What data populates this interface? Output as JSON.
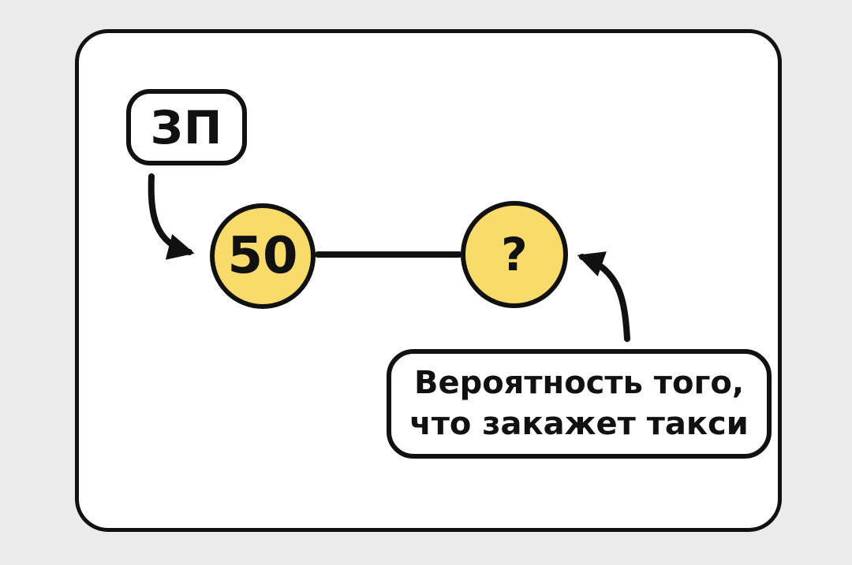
{
  "diagram": {
    "salary_label": "ЗП",
    "salary_node_value": "50",
    "probability_node_value": "?",
    "probability_label_line1": "Вероятность того,",
    "probability_label_line2": "что закажет такси"
  },
  "colors": {
    "background": "#ebebeb",
    "card_fill": "#ffffff",
    "node_fill": "#f8db6b",
    "stroke": "#111111"
  }
}
